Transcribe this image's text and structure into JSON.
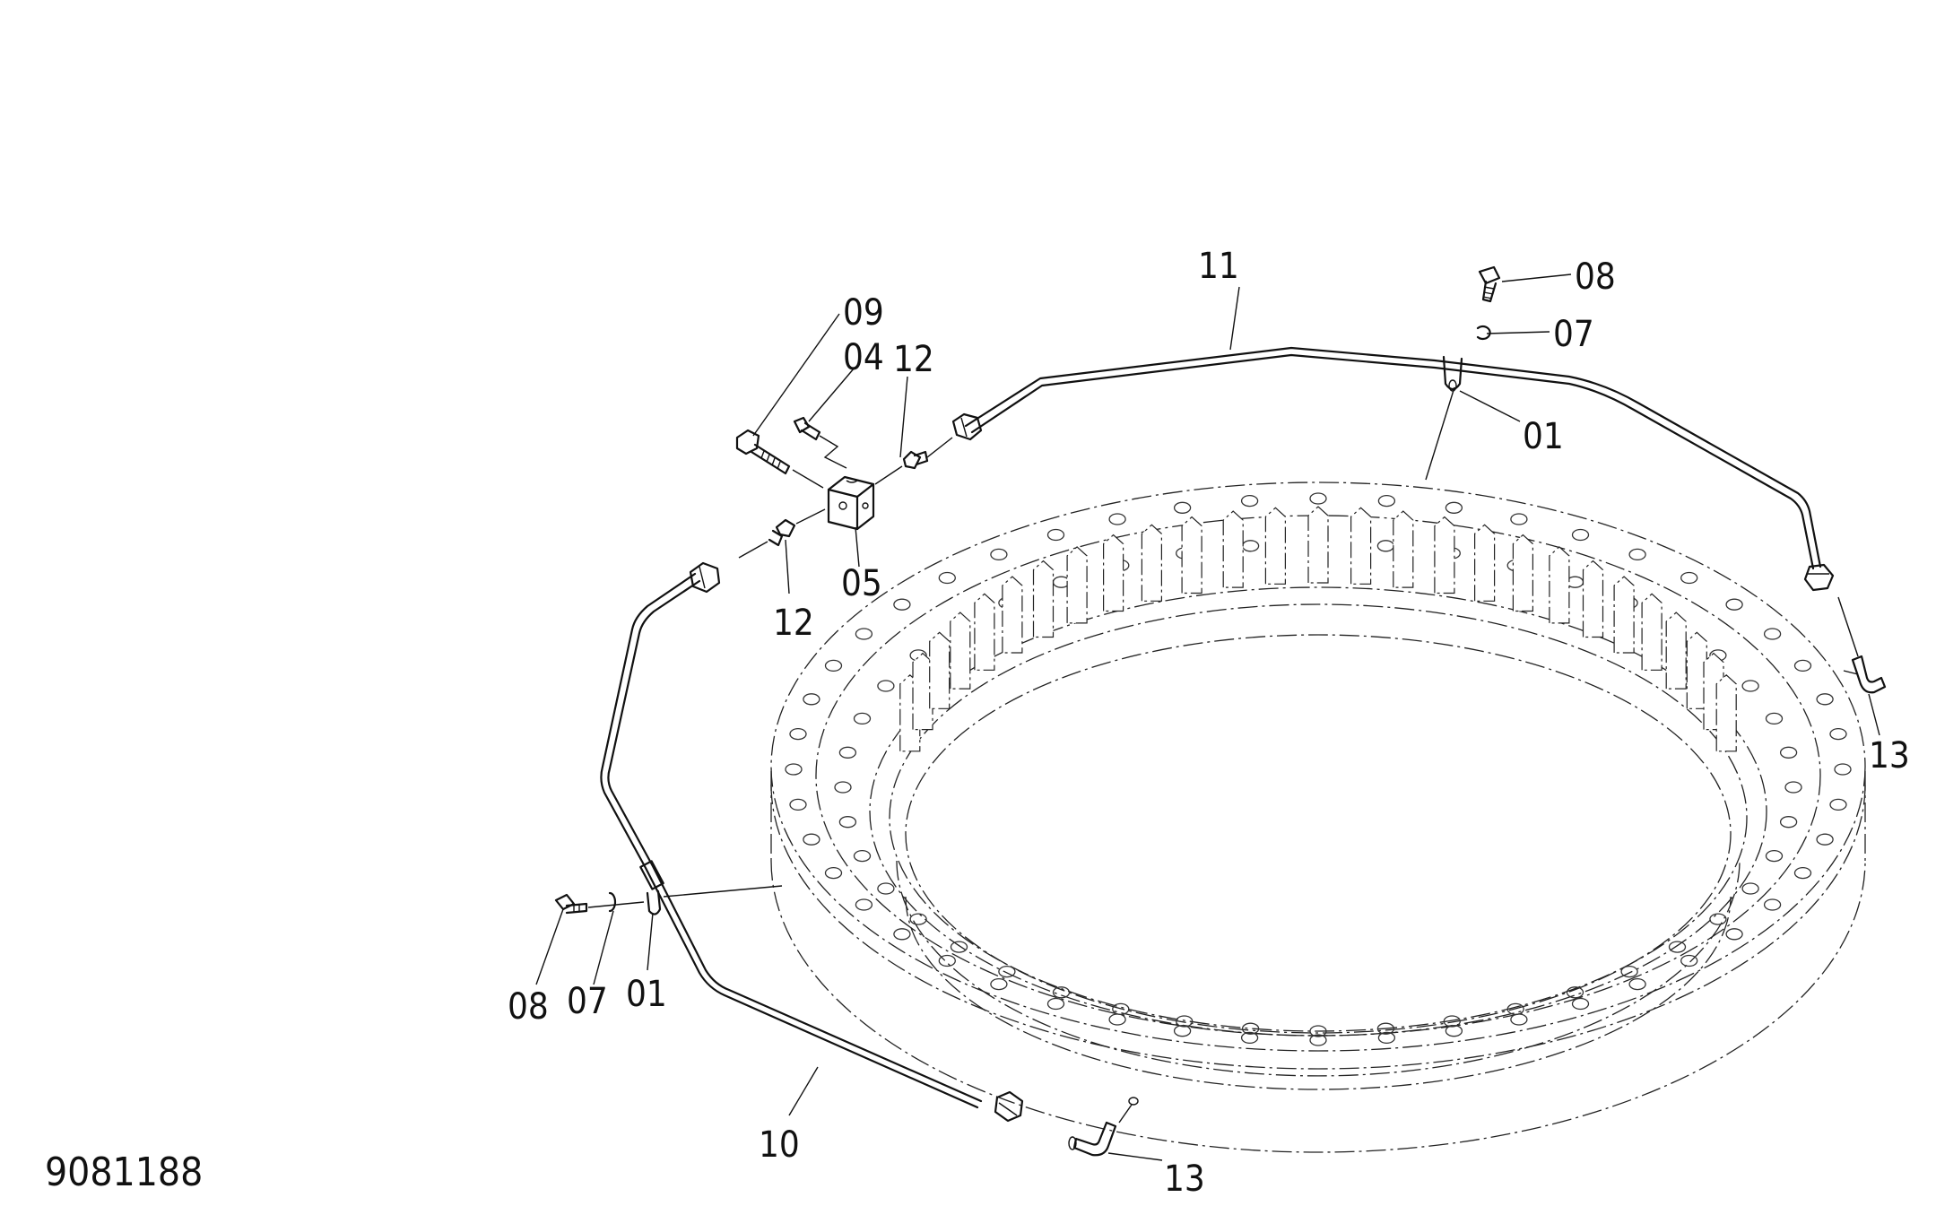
{
  "drawing_number": "9081188",
  "callouts": {
    "c01_right": "01",
    "c01_left": "01",
    "c04": "04",
    "c05": "05",
    "c07_right": "07",
    "c07_left": "07",
    "c08_right": "08",
    "c08_left": "08",
    "c09": "09",
    "c10": "10",
    "c11": "11",
    "c12_top": "12",
    "c12_bottom": "12",
    "c13_right": "13",
    "c13_bottom": "13"
  },
  "parts": [
    "clamp",
    "fitting",
    "junction-block",
    "washer",
    "bolt",
    "screw",
    "lower-pipe",
    "upper-pipe",
    "nipple",
    "elbow",
    "slewing-ring"
  ]
}
